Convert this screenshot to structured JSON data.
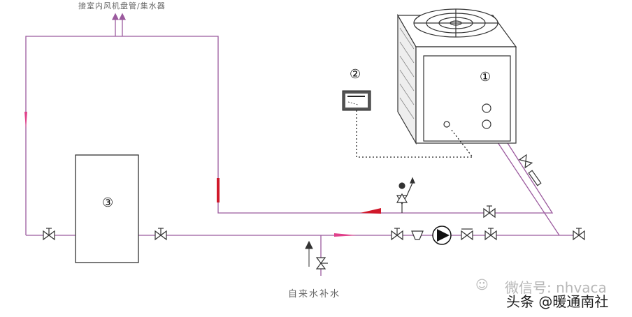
{
  "labels": {
    "top_connection": "接室内风机盘管/集水器",
    "makeup_water": "自来水补水",
    "unit_1": "①",
    "unit_2": "②",
    "unit_3": "③"
  },
  "watermark": {
    "back_text": "微信号: nhvaca",
    "front_text": "头条 @暖通南社",
    "icon": "wechat-icon"
  },
  "colors": {
    "pipe": "#9b5a9e",
    "supply_mark": "#d0182a",
    "return_mark": "#e0408a",
    "line": "#333333"
  }
}
